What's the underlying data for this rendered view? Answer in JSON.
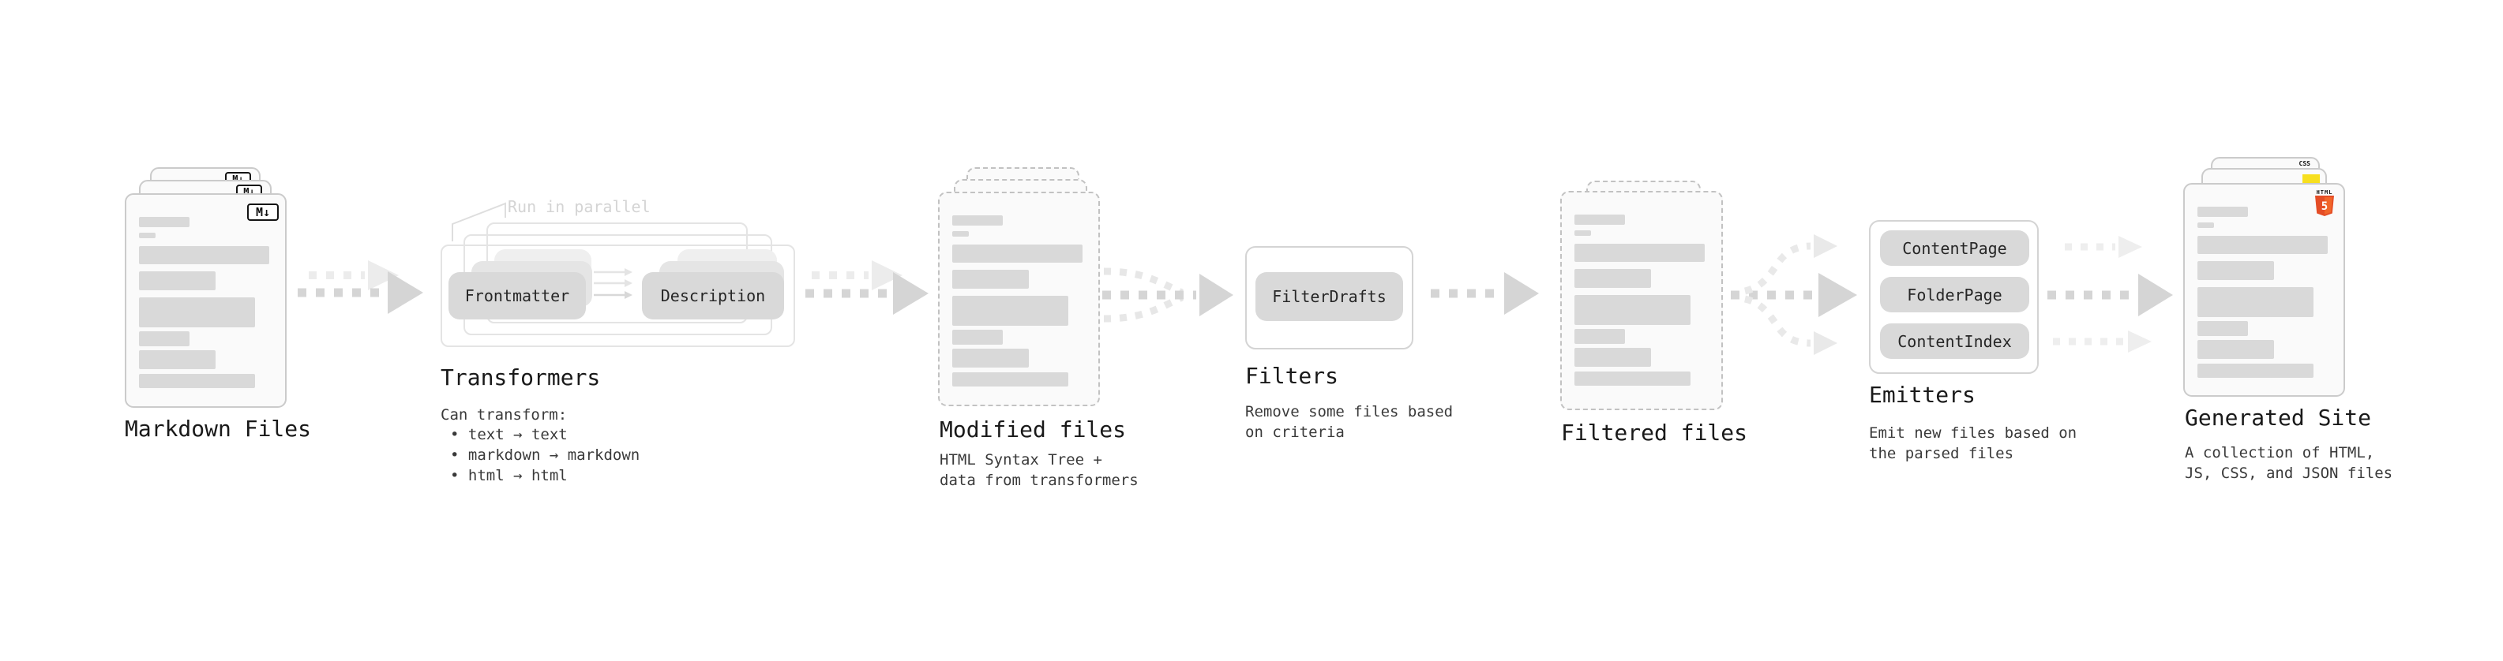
{
  "annotations": {
    "run_in_parallel": "Run in parallel"
  },
  "icons": {
    "markdown": "M↓",
    "css_badge_label": "CSS",
    "html5_badge_label": "HTML",
    "html5_badge_number": "5",
    "js_badge": "js-yellow-square"
  },
  "colors": {
    "html5_orange": "#e44d26",
    "html5_orange_light": "#f16529",
    "js_yellow": "#f7df1e",
    "css_blue": "#2965f1"
  },
  "stages": {
    "markdown_files": {
      "title": "Markdown Files"
    },
    "transformers": {
      "title": "Transformers",
      "pill_frontmatter": "Frontmatter",
      "pill_description": "Description",
      "desc_heading": "Can transform:",
      "bullets": [
        "• text → text",
        "• markdown → markdown",
        "• html → html"
      ]
    },
    "modified_files": {
      "title": "Modified files",
      "desc_line1": "HTML Syntax Tree +",
      "desc_line2": "data from transformers"
    },
    "filters": {
      "title": "Filters",
      "pill": "FilterDrafts",
      "desc_line1": "Remove some files based",
      "desc_line2": "on criteria"
    },
    "filtered_files": {
      "title": "Filtered files"
    },
    "emitters": {
      "title": "Emitters",
      "pills": [
        "ContentPage",
        "FolderPage",
        "ContentIndex"
      ],
      "desc_line1": "Emit new files based on",
      "desc_line2": "the parsed files"
    },
    "generated_site": {
      "title": "Generated Site",
      "desc_line1": "A collection of HTML,",
      "desc_line2": "JS, CSS, and JSON files"
    }
  }
}
